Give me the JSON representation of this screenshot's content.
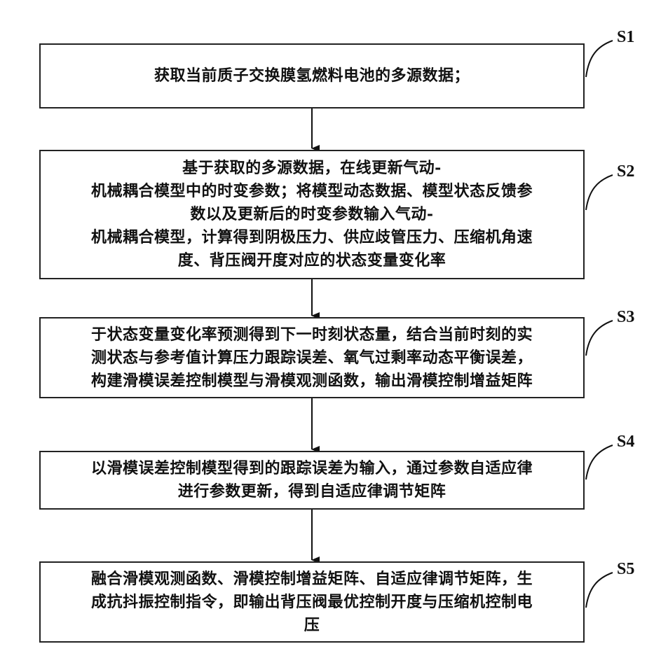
{
  "steps": [
    {
      "label": "S1",
      "text": "获取当前质子交换膜氢燃料电池的多源数据；"
    },
    {
      "label": "S2",
      "text": "基于获取的多源数据，在线更新气动-\n机械耦合模型中的时变参数；将模型动态数据、模型状态反馈参\n数以及更新后的时变参数输入气动-\n机械耦合模型，计算得到阴极压力、供应歧管压力、压缩机角速\n度、背压阀开度对应的状态变量变化率"
    },
    {
      "label": "S3",
      "text": "于状态变量变化率预测得到下一时刻状态量，结合当前时刻的实\n测状态与参考值计算压力跟踪误差、氧气过剩率动态平衡误差，\n构建滑模误差控制模型与滑模观测函数，输出滑模控制增益矩阵"
    },
    {
      "label": "S4",
      "text": "以滑模误差控制模型得到的跟踪误差为输入，通过参数自适应律\n进行参数更新，得到自适应律调节矩阵"
    },
    {
      "label": "S5",
      "text": "融合滑模观测函数、滑模控制增益矩阵、自适应律调节矩阵，生\n成抗抖振控制指令，即输出背压阀最优控制开度与压缩机控制电\n压"
    }
  ]
}
